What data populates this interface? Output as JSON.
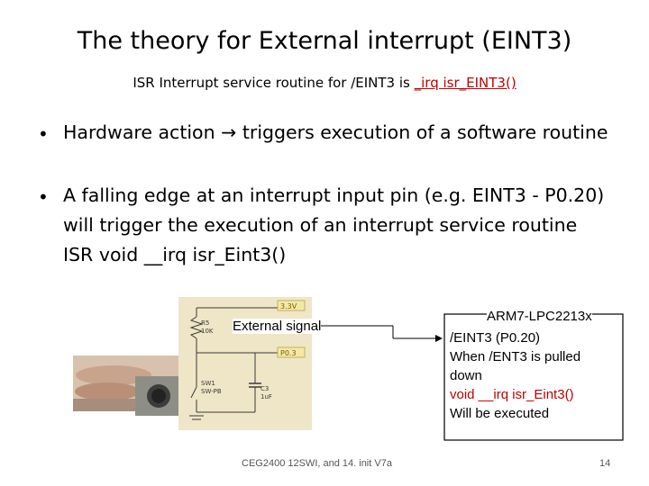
{
  "title": "The theory for External interrupt (EINT3)",
  "subtitle": {
    "prefix": "ISR Interrupt service routine for /EINT3 is ",
    "highlight": "_irq isr_EINT3()"
  },
  "bullets": [
    {
      "before_arrow": "Hardware action",
      "after_arrow": "triggers execution of a software routine"
    },
    {
      "text": "A falling edge at an interrupt input pin (e.g. EINT3 - P0.20) will trigger the execution of an interrupt service routine ISR void __irq isr_Eint3()"
    }
  ],
  "diagram": {
    "external_signal": "External signal",
    "circuit_labels": {
      "supply": "3.3V",
      "r5": "R5",
      "r5_val": "10K",
      "pin": "P0.3",
      "sw": "SW1",
      "sw_type": "SW-PB",
      "cap": "C3",
      "cap_val": "1uF"
    },
    "arm_box": {
      "title": "ARM7-LPC2213x",
      "lines": [
        "/EINT3 (P0.20)",
        "When /ENT3 is pulled",
        "down"
      ],
      "red_line": "void __irq isr_Eint3()",
      "last_line": "Will be executed"
    }
  },
  "footer": "CEG2400 12SWI, and 14. init V7a",
  "page_number": "14",
  "colors": {
    "highlight": "#c00000",
    "circuit_bg": "#efe6c7"
  }
}
